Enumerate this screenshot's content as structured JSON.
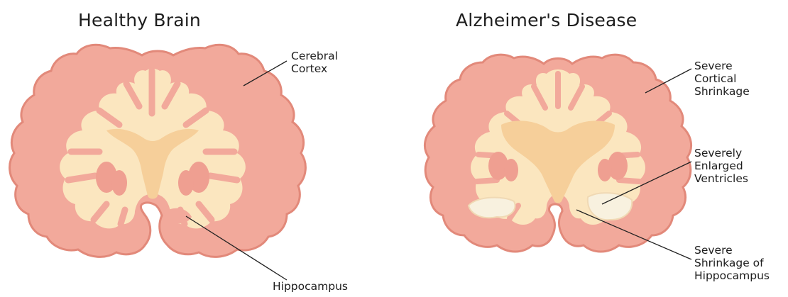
{
  "panels": {
    "healthy": {
      "title": "Healthy Brain",
      "labels": {
        "cortex": [
          "Cerebral",
          "Cortex"
        ],
        "hippocampus": [
          "Hippocampus"
        ]
      }
    },
    "alzheimers": {
      "title": "Alzheimer's Disease",
      "labels": {
        "cortical": [
          "Severe",
          "Cortical",
          "Shrinkage"
        ],
        "ventricles": [
          "Severely",
          "Enlarged",
          "Ventricles"
        ],
        "hippocampus": [
          "Severe",
          "Shrinkage of",
          "Hippocampus"
        ]
      }
    }
  },
  "colors": {
    "cortex_fill": "#f2a99b",
    "cortex_stroke": "#e2897a",
    "white_matter": "#fbe6bf",
    "ventricle": "#f6cf9a",
    "subcortical": "#ef9f91",
    "enlarged_ventricle": "#f8f1df"
  }
}
